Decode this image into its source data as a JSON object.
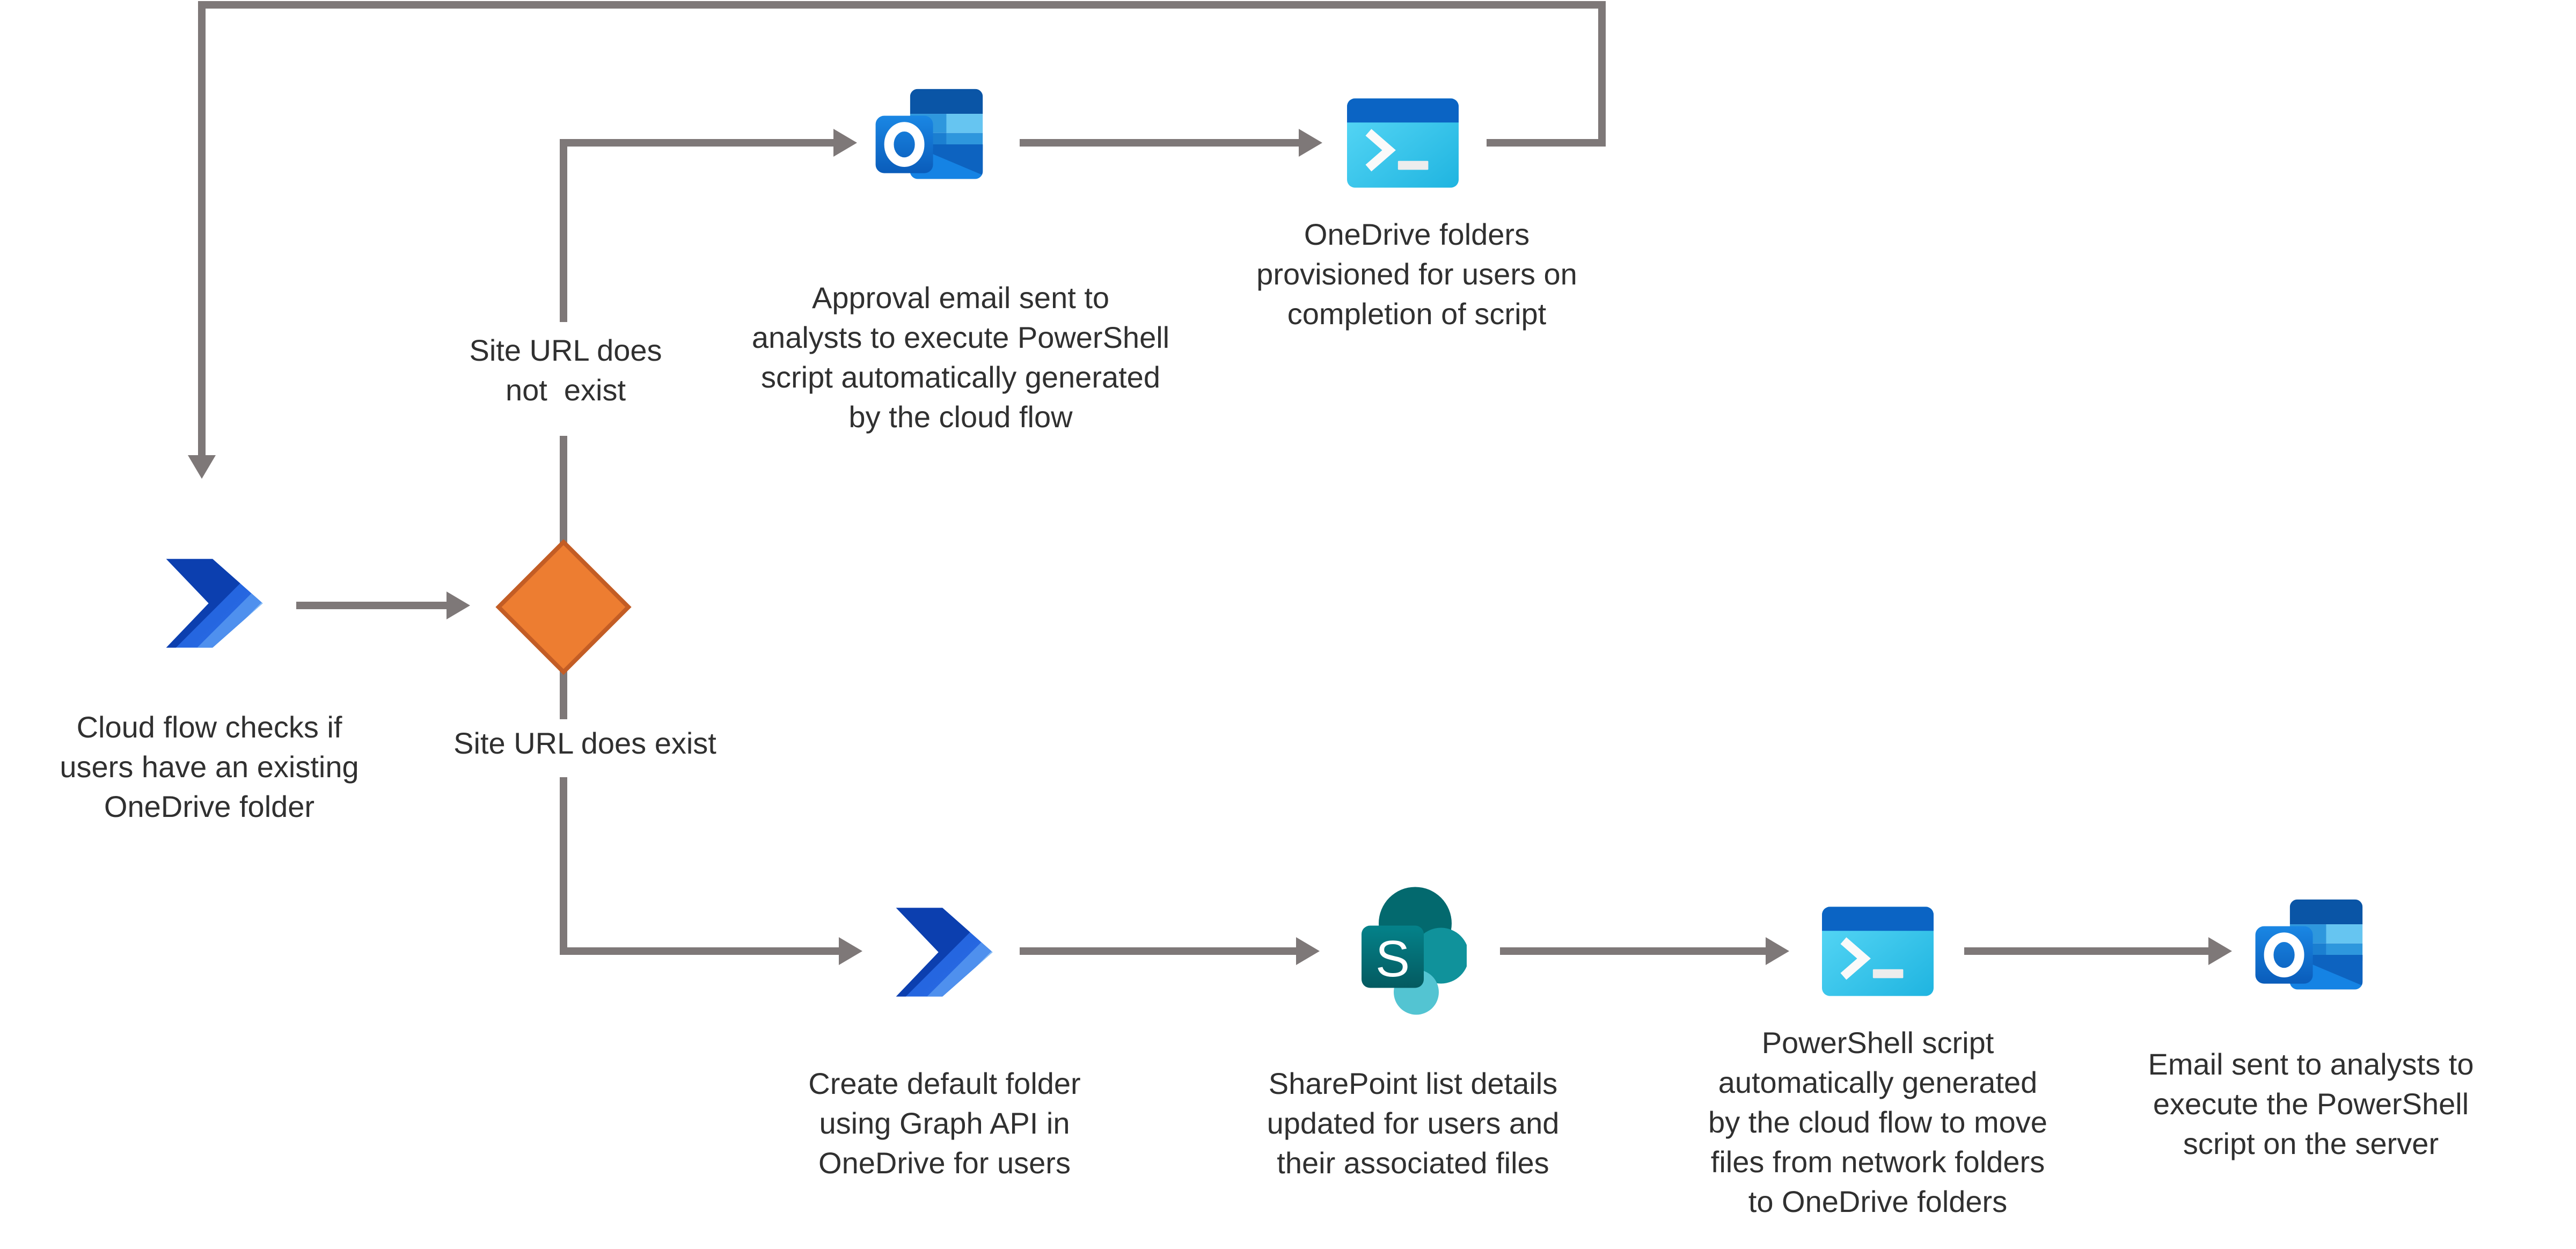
{
  "diagram": {
    "colors": {
      "connector": "#7e7878",
      "text": "#303030",
      "diamond_fill": "#ED7D31",
      "diamond_border": "#C35D25",
      "background": "#ffffff"
    },
    "decision": {
      "top_branch_label": "Site URL does\nnot  exist",
      "bottom_branch_label": "Site URL does exist"
    },
    "nodes": [
      {
        "id": "cloud-flow-check",
        "icon": "power-automate-icon",
        "caption": "Cloud flow checks if\nusers have an existing\nOneDrive folder"
      },
      {
        "id": "approval-email",
        "icon": "outlook-icon",
        "caption": "Approval email sent to\nanalysts to execute PowerShell\nscript automatically generated\nby the cloud flow"
      },
      {
        "id": "onedrive-provisioned",
        "icon": "powershell-terminal-icon",
        "caption": "OneDrive folders\nprovisioned for users on\ncompletion of script"
      },
      {
        "id": "create-default-folder",
        "icon": "power-automate-icon",
        "caption": "Create default folder\nusing Graph API in\nOneDrive for users"
      },
      {
        "id": "sharepoint-list-update",
        "icon": "sharepoint-icon",
        "caption": "SharePoint list details\nupdated for users and\ntheir associated files"
      },
      {
        "id": "powershell-move-files",
        "icon": "powershell-terminal-icon",
        "caption": "PowerShell script\nautomatically generated\nby the cloud flow to move\nfiles from network folders\nto OneDrive folders"
      },
      {
        "id": "email-analysts",
        "icon": "outlook-icon",
        "caption": "Email sent to analysts to\nexecute the PowerShell\nscript on the server"
      }
    ]
  }
}
